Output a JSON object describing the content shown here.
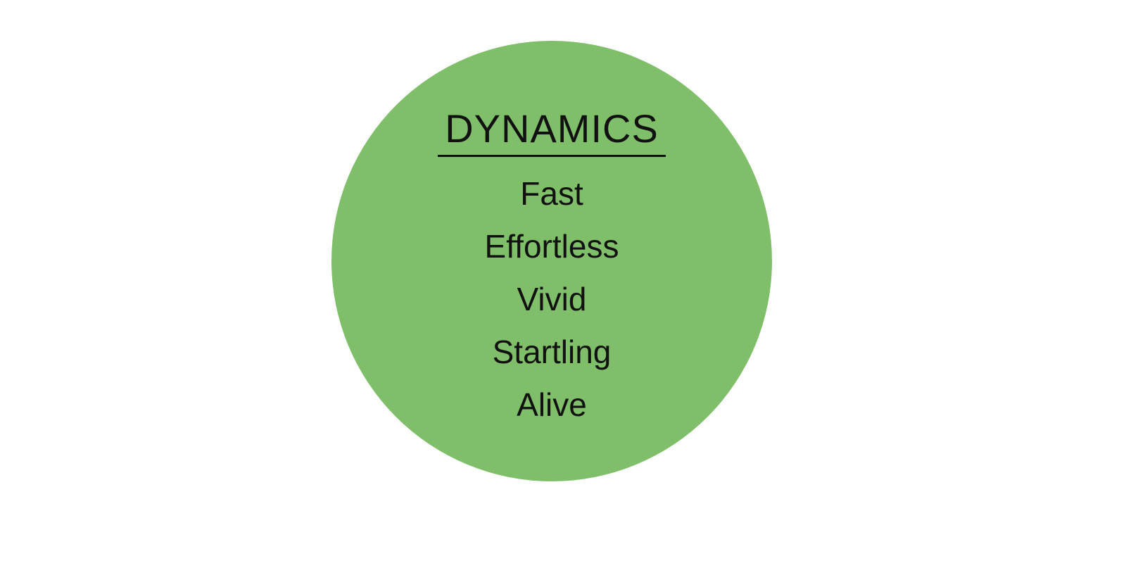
{
  "colors": {
    "circle": "#80bf6a",
    "text": "#111111"
  },
  "title": "DYNAMICS",
  "items": [
    "Fast",
    "Effortless",
    "Vivid",
    "Startling",
    "Alive"
  ]
}
